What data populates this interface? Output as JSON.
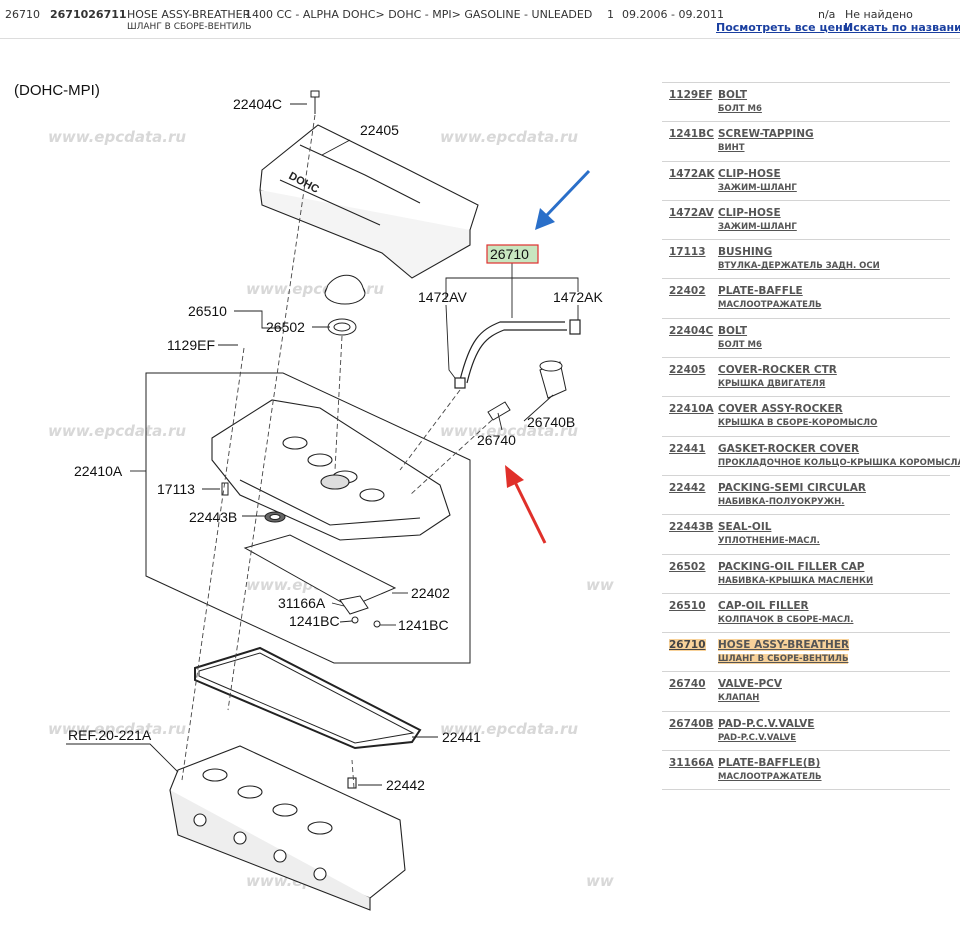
{
  "header": {
    "code": "26710",
    "part_number": "2671026711",
    "name": "HOSE ASSY-BREATHER",
    "name_ru": "ШЛАНГ В СБОРЕ-ВЕНТИЛЬ",
    "spec": "1400 CC - ALPHA DOHC> DOHC - MPI> GASOLINE - UNLEADED",
    "qty": "1",
    "period": "09.2006 - 09.2011",
    "price": "n/a",
    "status": "Не найдено",
    "link_prices": "Посмотреть все цены",
    "link_search": "Искать по названию"
  },
  "diagram": {
    "title": "(DOHC-MPI)",
    "watermark": "www.epcdata.ru",
    "watermark_partial": "ww",
    "cover_text": "DOHC",
    "labels": {
      "l22404C": "22404C",
      "l22405": "22405",
      "l26710": "26710",
      "l1472AV": "1472AV",
      "l1472AK": "1472AK",
      "l26510": "26510",
      "l26502": "26502",
      "l1129EF": "1129EF",
      "l26740B": "26740B",
      "l26740": "26740",
      "l22410A": "22410A",
      "l17113": "17113",
      "l22443B": "22443B",
      "l22402": "22402",
      "l31166A": "31166A",
      "l1241BC_a": "1241BC",
      "l1241BC_b": "1241BC",
      "l22441": "22441",
      "lref": "REF.20-221A",
      "l22442": "22442"
    },
    "colors": {
      "highlight_box": "#c8e6c0",
      "highlight_border": "#e03030",
      "arrow_blue": "#2a6fc9",
      "arrow_red": "#e0302a"
    }
  },
  "parts": [
    {
      "code": "1129EF",
      "name": "BOLT",
      "ru": "БОЛТ М6"
    },
    {
      "code": "1241BC",
      "name": "SCREW-TAPPING",
      "ru": "ВИНТ"
    },
    {
      "code": "1472AK",
      "name": "CLIP-HOSE",
      "ru": "ЗАЖИМ-ШЛАНГ"
    },
    {
      "code": "1472AV",
      "name": "CLIP-HOSE",
      "ru": "ЗАЖИМ-ШЛАНГ"
    },
    {
      "code": "17113",
      "name": "BUSHING",
      "ru": "ВТУЛКА-ДЕРЖАТЕЛЬ ЗАДН. ОСИ"
    },
    {
      "code": "22402",
      "name": "PLATE-BAFFLE",
      "ru": "МАСЛООТРАЖАТЕЛЬ"
    },
    {
      "code": "22404C",
      "name": "BOLT",
      "ru": "БОЛТ М6"
    },
    {
      "code": "22405",
      "name": "COVER-ROCKER CTR",
      "ru": "КРЫШКА ДВИГАТЕЛЯ"
    },
    {
      "code": "22410A",
      "name": "COVER ASSY-ROCKER",
      "ru": "КРЫШКА В СБОРЕ-КОРОМЫСЛО"
    },
    {
      "code": "22441",
      "name": "GASKET-ROCKER COVER",
      "ru": "ПРОКЛАДОЧНОЕ КОЛЬЦО-КРЫШКА КОРОМЫСЛА"
    },
    {
      "code": "22442",
      "name": "PACKING-SEMI CIRCULAR",
      "ru": "НАБИВКА-ПОЛУОКРУЖН."
    },
    {
      "code": "22443B",
      "name": "SEAL-OIL",
      "ru": "УПЛОТНЕНИЕ-МАСЛ."
    },
    {
      "code": "26502",
      "name": "PACKING-OIL FILLER CAP",
      "ru": "НАБИВКА-КРЫШКА МАСЛЕНКИ"
    },
    {
      "code": "26510",
      "name": "CAP-OIL FILLER",
      "ru": "КОЛПАЧОК В СБОРЕ-МАСЛ."
    },
    {
      "code": "26710",
      "name": "HOSE ASSY-BREATHER",
      "ru": "ШЛАНГ В СБОРЕ-ВЕНТИЛЬ"
    },
    {
      "code": "26740",
      "name": "VALVE-PCV",
      "ru": "КЛАПАН"
    },
    {
      "code": "26740B",
      "name": "PAD-P.C.V.VALVE",
      "ru": "PAD-P.C.V.VALVE"
    },
    {
      "code": "31166A",
      "name": "PLATE-BAFFLE(B)",
      "ru": "МАСЛООТРАЖАТЕЛЬ"
    }
  ]
}
